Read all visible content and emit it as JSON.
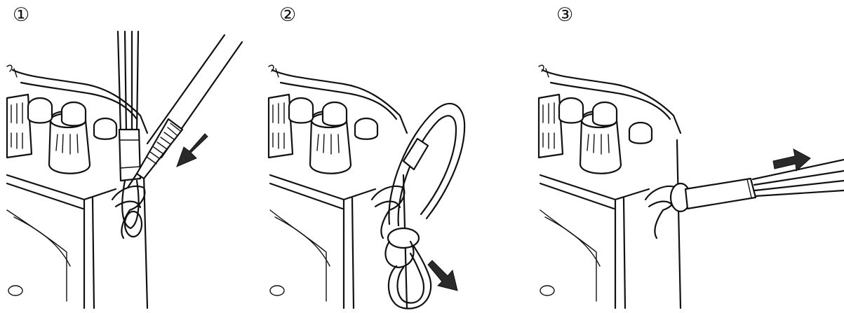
{
  "steps": [
    {
      "label": "①",
      "arrow_direction": "down-left",
      "icon": "arrow-down-left-icon"
    },
    {
      "label": "②",
      "arrow_direction": "down-right",
      "icon": "arrow-down-right-icon"
    },
    {
      "label": "③",
      "arrow_direction": "right",
      "icon": "arrow-right-icon"
    }
  ],
  "colors": {
    "line": "#111111",
    "arrow_fill": "#2a2a2a",
    "background": "#ffffff"
  }
}
